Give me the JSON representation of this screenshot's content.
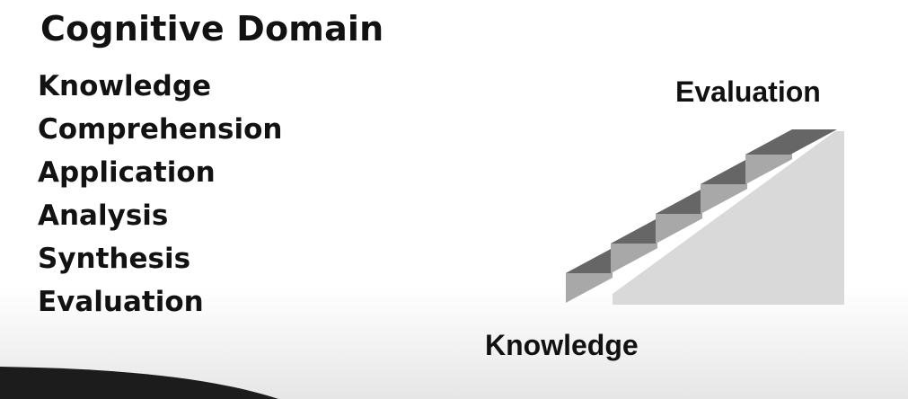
{
  "title": "Cognitive Domain",
  "levels": [
    "Knowledge",
    "Comprehension",
    "Application",
    "Analysis",
    "Synthesis",
    "Evaluation"
  ],
  "staircase": {
    "top_label": "Evaluation",
    "bottom_label": "Knowledge",
    "step_count": 5,
    "colors": {
      "tread": "#666666",
      "riser": "#a8a8a8",
      "side": "#d9d9d9",
      "back": "#cfcfcf"
    }
  },
  "decor": {
    "swoosh_color": "#1c1c1c"
  }
}
